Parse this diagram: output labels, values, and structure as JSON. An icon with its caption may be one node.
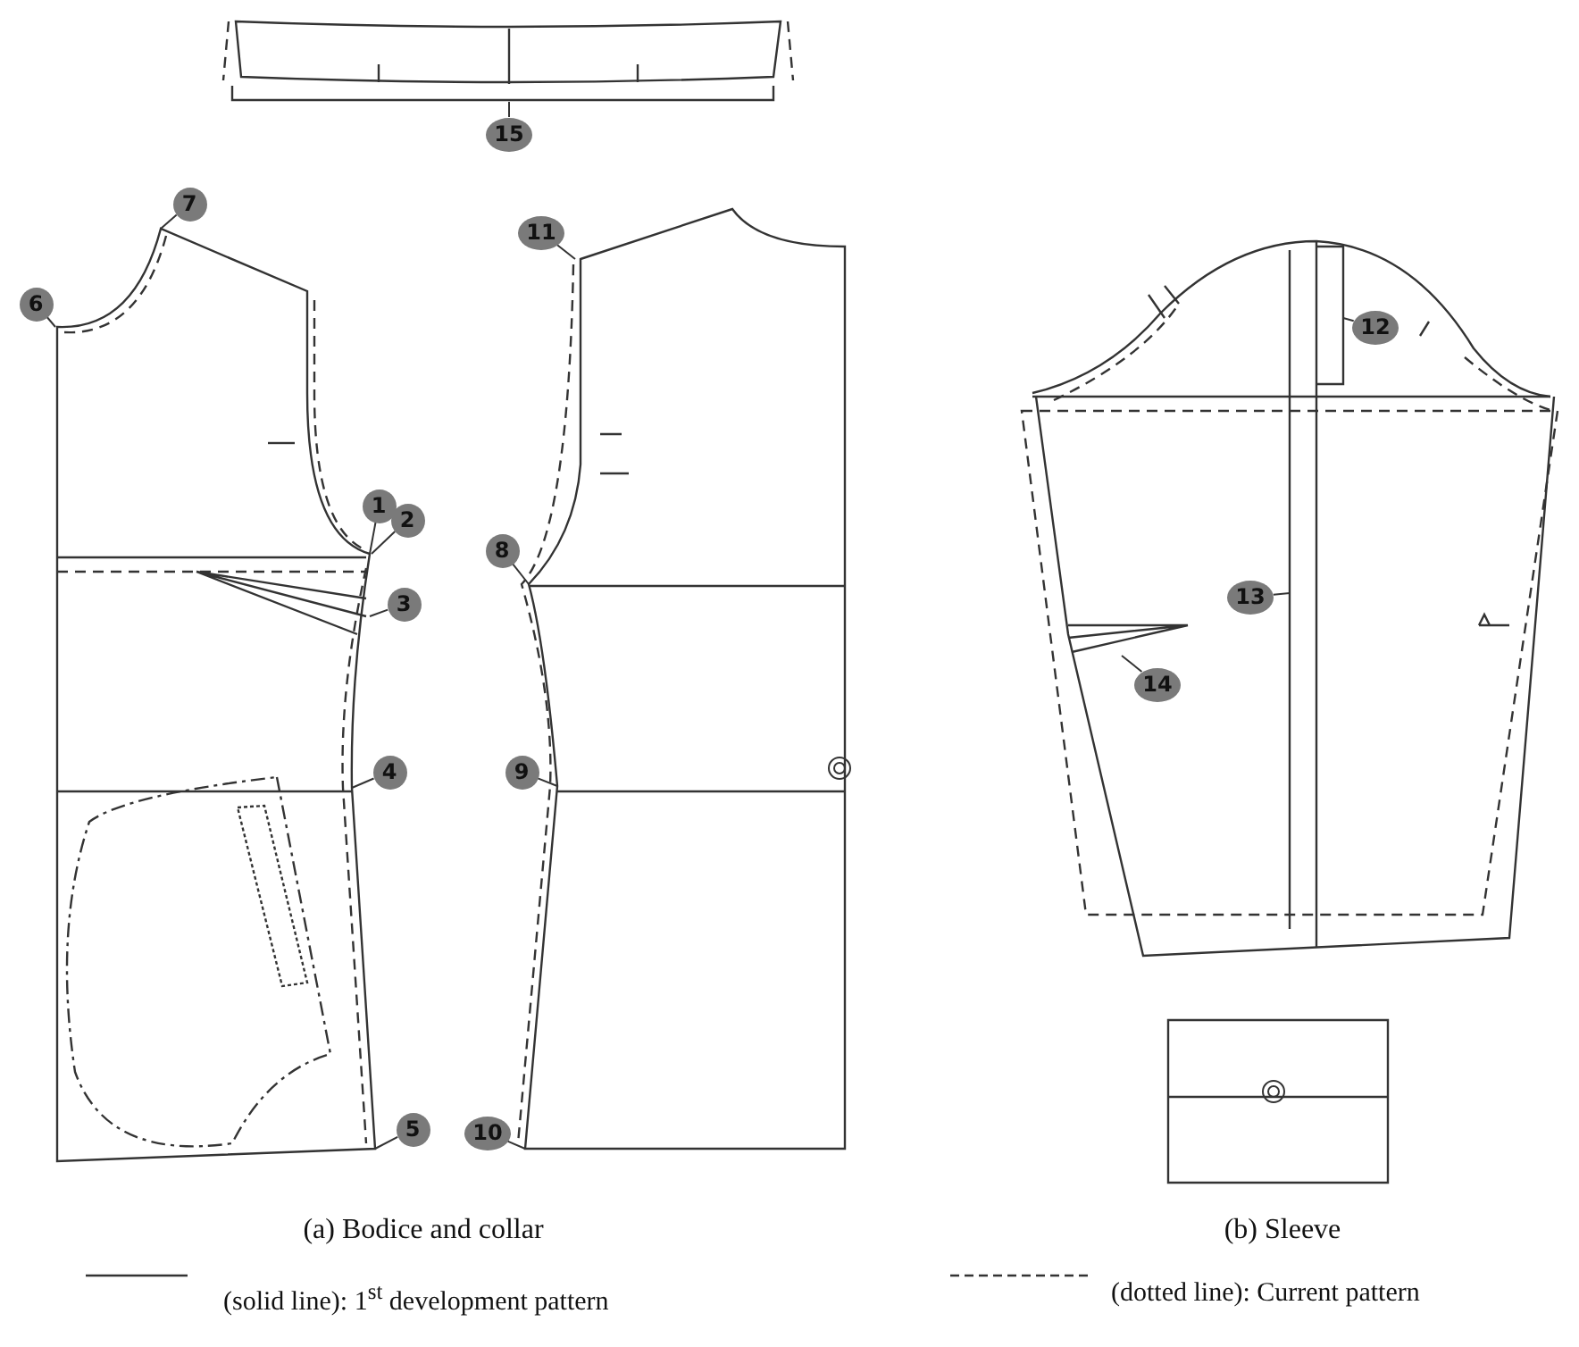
{
  "diagram": {
    "nodes": [
      {
        "text": [
          "15"
        ]
      },
      {
        "text": [
          "7"
        ]
      },
      {
        "text": [
          "11"
        ]
      },
      {
        "text": [
          "6"
        ]
      },
      {
        "text": [
          "12"
        ]
      },
      {
        "text": [
          "1"
        ]
      },
      {
        "text": [
          "2"
        ]
      },
      {
        "text": [
          "8"
        ]
      },
      {
        "text": [
          "3"
        ]
      },
      {
        "text": [
          "13"
        ]
      },
      {
        "text": [
          "14"
        ]
      },
      {
        "text": [
          "4"
        ]
      },
      {
        "text": [
          "9"
        ]
      },
      {
        "text": [
          "5"
        ]
      },
      {
        "text": [
          "10"
        ]
      }
    ],
    "edges": [
      {
        "from": 0,
        "to": null,
        "arrow": "none"
      },
      {
        "from": 1,
        "to": null,
        "arrow": "none"
      },
      {
        "from": 2,
        "to": null,
        "arrow": "none"
      },
      {
        "from": 3,
        "to": null,
        "arrow": "none"
      },
      {
        "from": 4,
        "to": null,
        "arrow": "none"
      },
      {
        "from": 5,
        "to": null,
        "arrow": "none"
      },
      {
        "from": 6,
        "to": null,
        "arrow": "none"
      },
      {
        "from": 7,
        "to": null,
        "arrow": "none"
      },
      {
        "from": 8,
        "to": null,
        "arrow": "none"
      },
      {
        "from": 9,
        "to": null,
        "arrow": "none"
      },
      {
        "from": 10,
        "to": null,
        "arrow": "none"
      },
      {
        "from": 11,
        "to": null,
        "arrow": "none"
      },
      {
        "from": 12,
        "to": null,
        "arrow": "none"
      },
      {
        "from": 13,
        "to": null,
        "arrow": "none"
      },
      {
        "from": 14,
        "to": null,
        "arrow": "none"
      }
    ],
    "labels": [
      "(a) Bodice and collar",
      "(b) Sleeve"
    ],
    "legend": [
      {
        "text": "(solid line): 1$^{st}$ development pattern"
      },
      {
        "text": "(dotted line): Current pattern"
      }
    ]
  }
}
